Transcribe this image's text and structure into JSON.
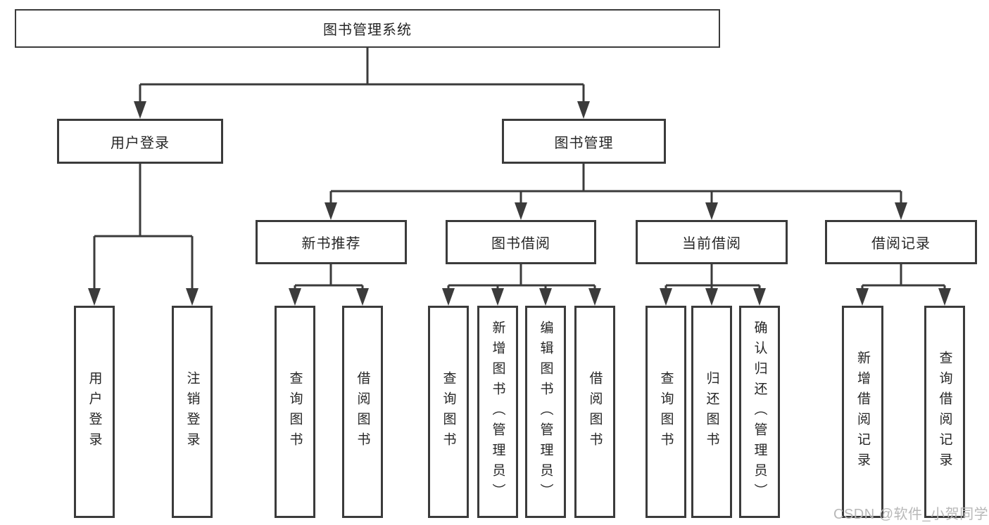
{
  "colors": {
    "background": "#ffffff",
    "border": "#3b3b3b",
    "line": "#3b3b3b",
    "text": "#262626",
    "watermark": "#b8b8b8"
  },
  "watermark": {
    "text": "CSDN @软件_小贺同学"
  },
  "diagram": {
    "root": {
      "label": "图书管理系统"
    },
    "branches": [
      {
        "label": "用户登录",
        "children": [
          {
            "label": "用户登录"
          },
          {
            "label": "注销登录"
          }
        ]
      },
      {
        "label": "图书管理",
        "children": [
          {
            "label": "新书推荐",
            "children": [
              {
                "label": "查询图书"
              },
              {
                "label": "借阅图书"
              }
            ]
          },
          {
            "label": "图书借阅",
            "children": [
              {
                "label": "查询图书"
              },
              {
                "label": "新增图书（管理员）"
              },
              {
                "label": "编辑图书（管理员）"
              },
              {
                "label": "借阅图书"
              }
            ]
          },
          {
            "label": "当前借阅",
            "children": [
              {
                "label": "查询图书"
              },
              {
                "label": "归还图书"
              },
              {
                "label": "确认归还（管理员）"
              }
            ]
          },
          {
            "label": "借阅记录",
            "children": [
              {
                "label": "新增借阅记录"
              },
              {
                "label": "查询借阅记录"
              }
            ]
          }
        ]
      }
    ]
  }
}
